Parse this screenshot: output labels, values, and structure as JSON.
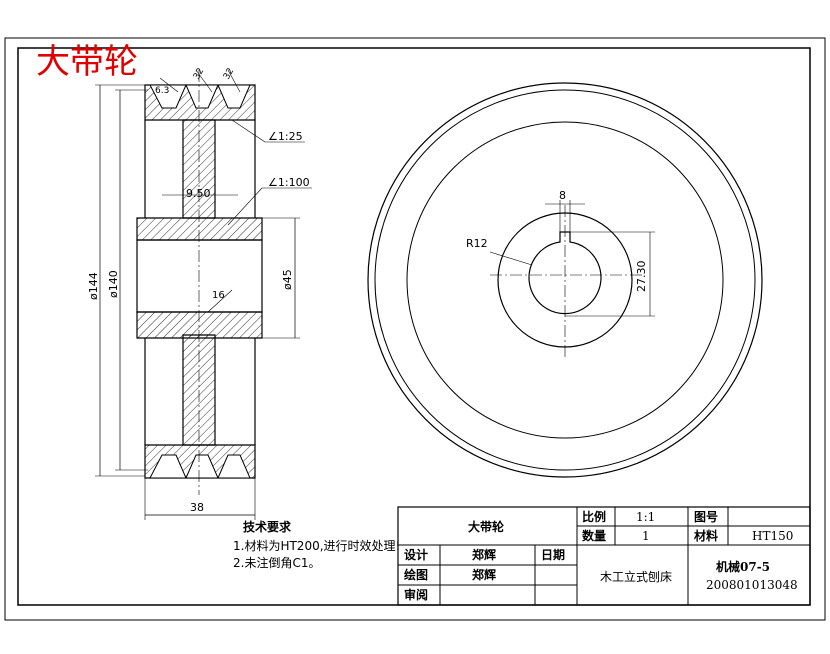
{
  "title_stamp": "大带轮",
  "dimensions": {
    "groove_depth": "6.3",
    "groove_h": "32",
    "groove_h2": "32",
    "taper_1": "∠1:25",
    "taper_2": "∠1:100",
    "rim_inner": "9.50",
    "dia_outer": "ø144",
    "dia_pitch": "ø140",
    "dia_hub": "ø45",
    "hub_len": "16",
    "width": "38",
    "keyway_width": "8",
    "key_depth": "27.30",
    "fillet": "R12"
  },
  "notes": {
    "heading": "技术要求",
    "line1": "1.材料为HT200,进行时效处理!",
    "line2": "2.未注倒角C1。"
  },
  "title_block": {
    "part_name": "大带轮",
    "scale_label": "比例",
    "scale_value": "1:1",
    "drawing_no_label": "图号",
    "qty_label": "数量",
    "qty_value": "1",
    "material_label": "材料",
    "material_value": "HT150",
    "design_label": "设计",
    "design_name": "郑辉",
    "date_label": "日期",
    "draw_label": "绘图",
    "draw_name": "郑辉",
    "review_label": "审阅",
    "project": "木工立式刨床",
    "class_name": "机械07-5",
    "student_id": "200801013048"
  }
}
